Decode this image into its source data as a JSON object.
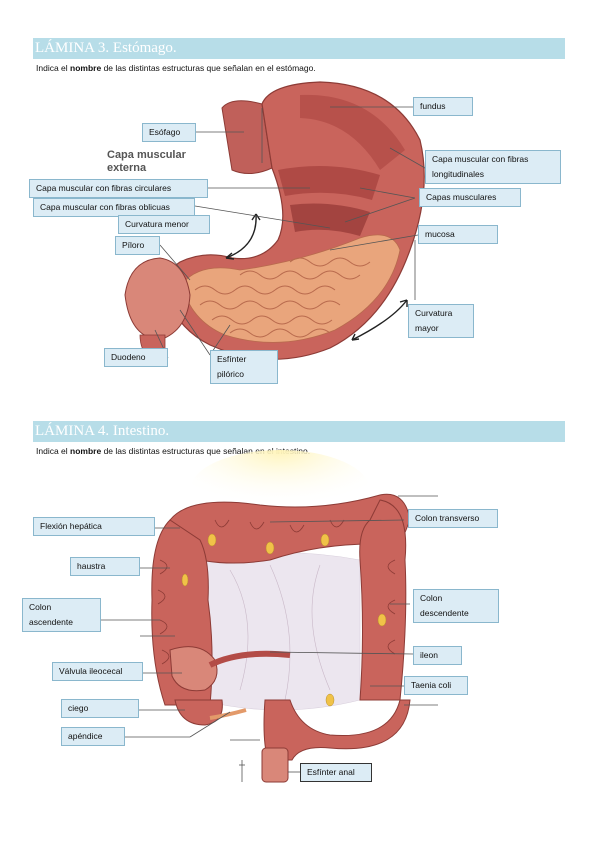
{
  "lamina3": {
    "title": "LÁMINA 3. Estómago.",
    "instr_pre": "Indica el ",
    "instr_bold": "nombre",
    "instr_post": " de las distintas estructuras que señalan en el estómago.",
    "inner_label_line1": "Capa muscular",
    "inner_label_line2": "externa",
    "labels": {
      "fundus": "fundus",
      "esofago": "Esófago",
      "long": "Capa muscular con fibras longitudinales",
      "circ": "Capa muscular con fibras circulares",
      "capas": "Capas musculares",
      "obl": "Capa muscular con fibras oblicuas",
      "curv_menor": "Curvatura menor",
      "mucosa": "mucosa",
      "piloro": "Píloro",
      "curv_mayor": "Curvatura mayor",
      "duodeno": "Duodeno",
      "esfinter_pil": "Esfínter pilórico"
    }
  },
  "lamina4": {
    "title": "LÁMINA 4. Intestino.",
    "instr_pre": "Indica el ",
    "instr_bold": "nombre",
    "instr_post": " de las distintas estructuras que señalan en el intestino.",
    "labels": {
      "flexion": "Flexión hepática",
      "colon_trans": "Colon transverso",
      "haustra": "haustra",
      "colon_asc": "Colon ascendente",
      "colon_desc": "Colon descendente",
      "ileon": "ileon",
      "valvula": "Válvula ileocecal",
      "taenia": "Taenia coli",
      "ciego": "ciego",
      "apendice": "apéndice",
      "esfinter_anal": "Esfínter anal"
    }
  },
  "colors": {
    "heading_bg": "#b7dde8",
    "label_bg": "#dcecf5",
    "label_border": "#8ab7cd",
    "tissue": "#c9645c",
    "mucosa": "#e9a57c"
  }
}
